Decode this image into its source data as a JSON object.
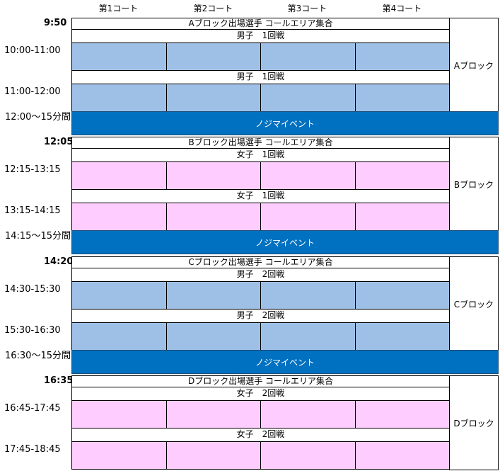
{
  "courts": [
    "第1コート",
    "第2コート",
    "第3コート",
    "第4コート"
  ],
  "sections": [
    {
      "call_time": "9:50",
      "call_text": "Aブロック出場選手 コールエリア集合",
      "block_label": "Aブロック",
      "color": "#9ec0e6",
      "rounds": [
        {
          "time": "10:00-11:00",
          "label": "男子　1回戦"
        },
        {
          "time": "11:00-12:00",
          "label": "男子　1回戦"
        }
      ],
      "event": {
        "time": "12:00～15分間",
        "label": "ノジマイベント"
      }
    },
    {
      "call_time": "12:05",
      "call_text": "Bブロック出場選手 コールエリア集合",
      "block_label": "Bブロック",
      "color": "#ffccff",
      "rounds": [
        {
          "time": "12:15-13:15",
          "label": "女子　1回戦"
        },
        {
          "time": "13:15-14:15",
          "label": "女子　1回戦"
        }
      ],
      "event": {
        "time": "14:15～15分間",
        "label": "ノジマイベント"
      }
    },
    {
      "call_time": "14:20",
      "call_text": "Cブロック出場選手 コールエリア集合",
      "block_label": "Cブロック",
      "color": "#9ec0e6",
      "rounds": [
        {
          "time": "14:30-15:30",
          "label": "男子　2回戦"
        },
        {
          "time": "15:30-16:30",
          "label": "男子　2回戦"
        }
      ],
      "event": {
        "time": "16:30～15分間",
        "label": "ノジマイベント"
      }
    },
    {
      "call_time": "16:35",
      "call_text": "Dブロック出場選手 コールエリア集合",
      "block_label": "Dブロック",
      "color": "#ffccff",
      "rounds": [
        {
          "time": "16:45-17:45",
          "label": "女子　2回戦"
        },
        {
          "time": "17:45-18:45",
          "label": "女子　2回戦"
        }
      ],
      "event": null
    }
  ]
}
